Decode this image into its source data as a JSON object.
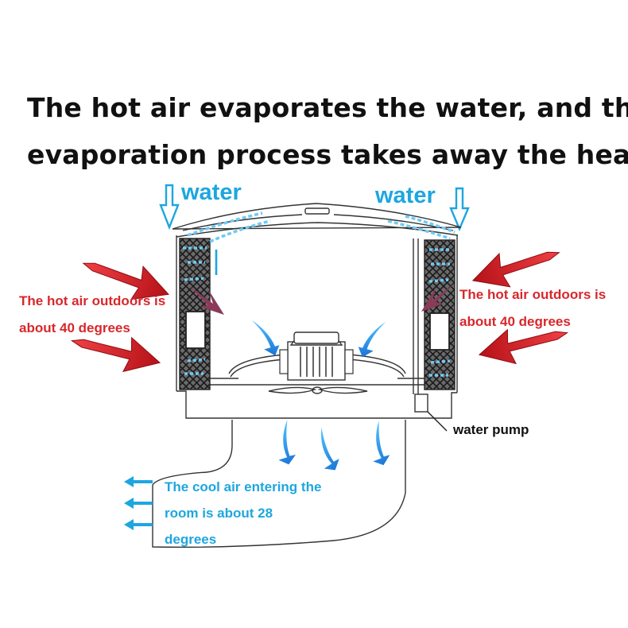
{
  "headline": {
    "line1": "The hot air evaporates the water, and the",
    "line2": "evaporation process takes away the heat"
  },
  "labels": {
    "water_left": "water",
    "water_right": "water",
    "hot_left_line1": "The hot air outdoors is",
    "hot_left_line2": "about 40 degrees",
    "hot_right_line1": "The hot air outdoors is",
    "hot_right_line2": "about 40 degrees",
    "water_pump": "water pump",
    "cool_line1": "The cool air entering the",
    "cool_line2": "room is about 28",
    "cool_line3": "degrees"
  },
  "colors": {
    "hot_air": "#d8272c",
    "cool_air": "#1da6e0",
    "water": "#1da6e0",
    "outline": "#333333"
  },
  "icons": {
    "water_in": "down-arrow-outline-icon",
    "hot_air": "red-arrow-icon",
    "cool_air": "blue-swoosh-arrow-icon",
    "room_air": "left-arrow-icon"
  }
}
